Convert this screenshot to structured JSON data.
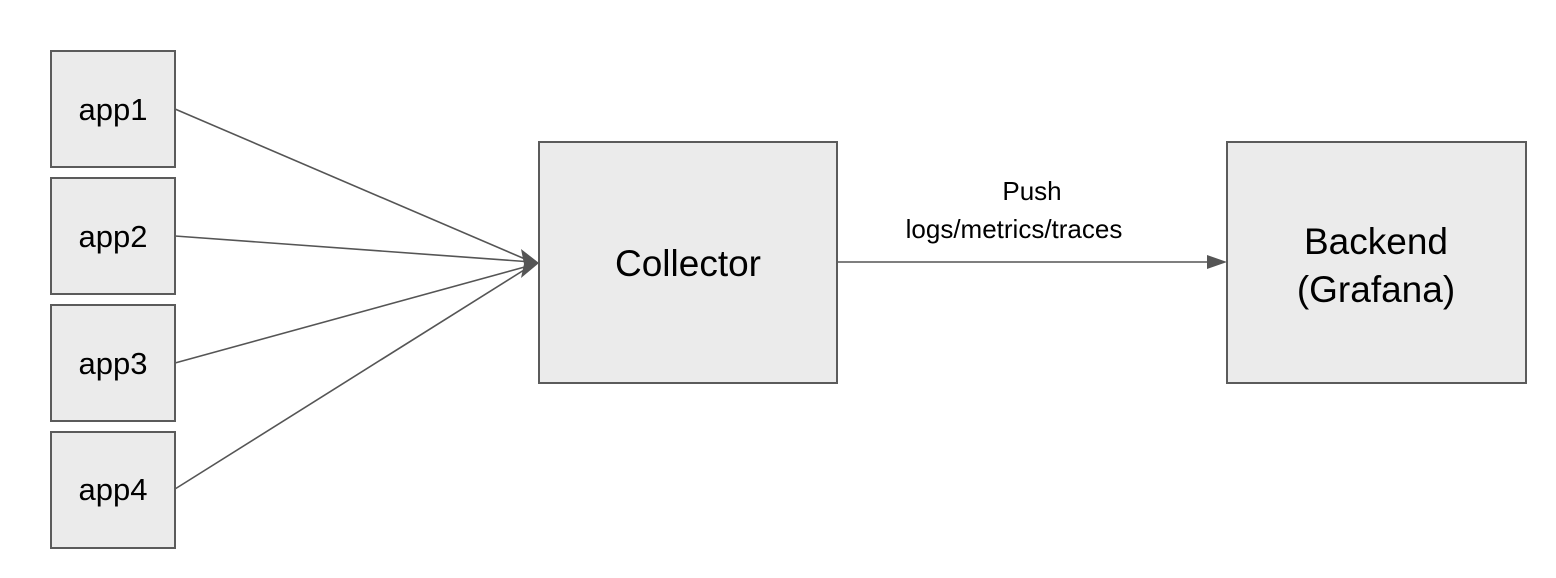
{
  "nodes": {
    "app1": {
      "label": "app1"
    },
    "app2": {
      "label": "app2"
    },
    "app3": {
      "label": "app3"
    },
    "app4": {
      "label": "app4"
    },
    "collector": {
      "label": "Collector"
    },
    "backend": {
      "line1": "Backend",
      "line2": "(Grafana)"
    }
  },
  "edges": {
    "collector_to_backend": {
      "label_line1": "Push",
      "label_line2": "logs/metrics/traces"
    }
  },
  "colors": {
    "box_fill": "#ebebeb",
    "box_stroke": "#5b5b5b",
    "edge": "#555555"
  }
}
